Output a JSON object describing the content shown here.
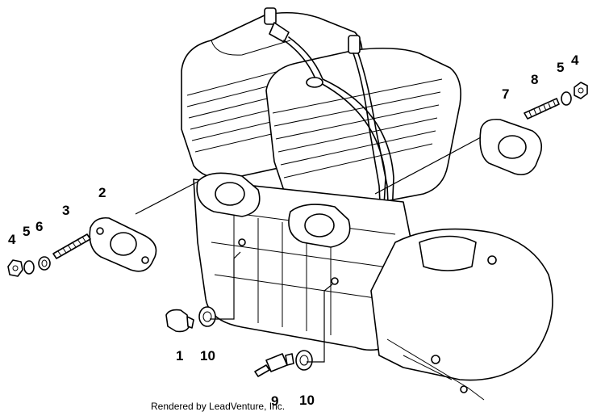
{
  "diagram": {
    "callouts": [
      {
        "id": "c1",
        "label": "1"
      },
      {
        "id": "c2",
        "label": "2"
      },
      {
        "id": "c3",
        "label": "3"
      },
      {
        "id": "c4a",
        "label": "4"
      },
      {
        "id": "c4b",
        "label": "4"
      },
      {
        "id": "c5a",
        "label": "5"
      },
      {
        "id": "c5b",
        "label": "5"
      },
      {
        "id": "c6",
        "label": "6"
      },
      {
        "id": "c7",
        "label": "7"
      },
      {
        "id": "c8",
        "label": "8"
      },
      {
        "id": "c9",
        "label": "9"
      },
      {
        "id": "c10a",
        "label": "10"
      },
      {
        "id": "c10b",
        "label": "10"
      }
    ],
    "footer": "Rendered by LeadVenture, Inc."
  }
}
